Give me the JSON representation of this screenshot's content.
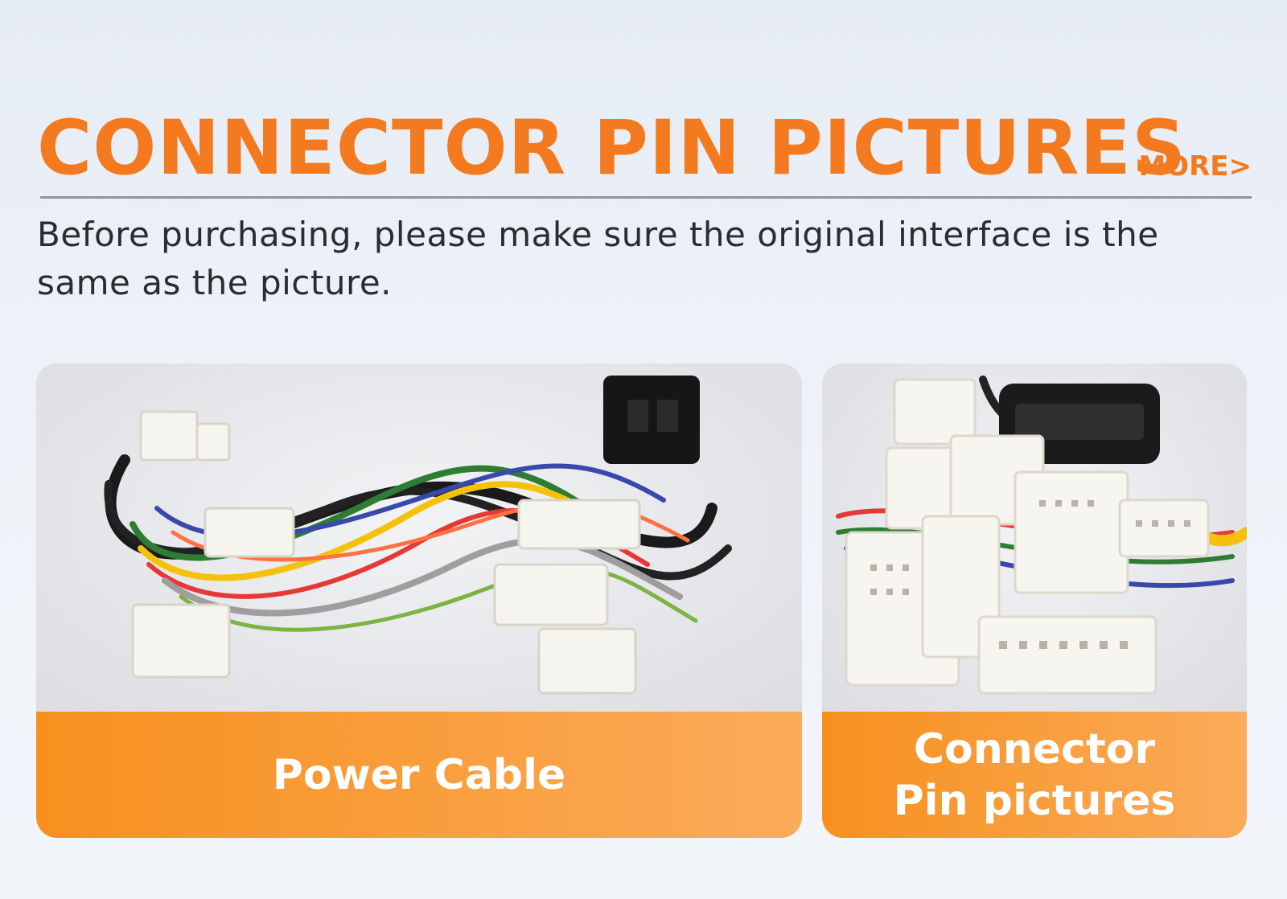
{
  "header": {
    "title": "CONNECTOR PIN PICTURES",
    "more_label": "MORE>"
  },
  "description": "Before purchasing, please make sure the original interface is the same as the picture.",
  "cards": [
    {
      "caption": "Power Cable",
      "image_icon": "wire-harness-image"
    },
    {
      "caption_line1": "Connector",
      "caption_line2": "Pin pictures",
      "image_icon": "connector-pins-image"
    }
  ],
  "colors": {
    "accent": "#f47a1f",
    "caption_bar_start": "#f7901e",
    "caption_bar_end": "#fbab5a",
    "text": "#2a2c30",
    "rule": "#8e949c"
  }
}
